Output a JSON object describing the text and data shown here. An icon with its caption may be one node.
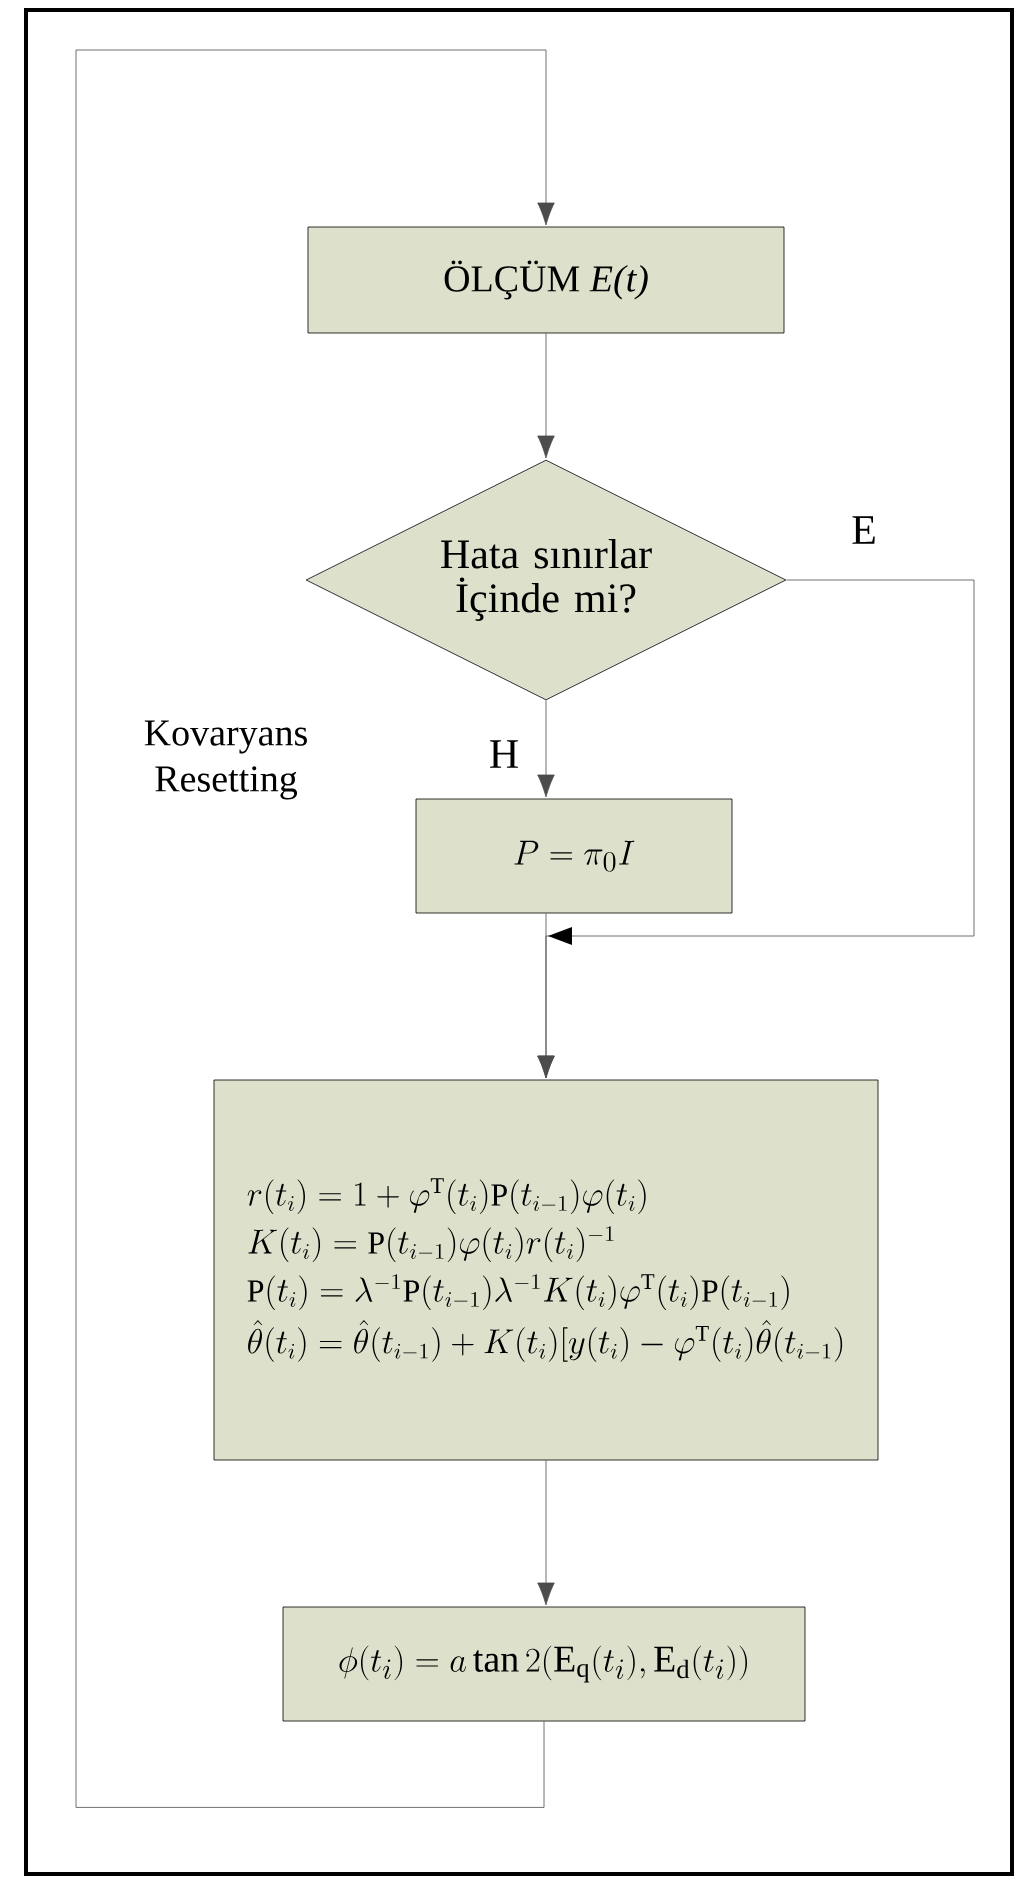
{
  "diagram": {
    "nodes": [
      {
        "text": [
          "ÖLÇÜM *E(t)*"
        ]
      },
      {
        "text": [
          "Hata sınırlar İçinde mi?"
        ]
      },
      {
        "text": [
          "P = \\pi_0 I"
        ]
      },
      {
        "text": [
          "r(t_i) = 1+\\varphi^{\\mathrm{T}}(t_i)\\mathrm{P}(t_{i-1})\\varphi(t_i)",
          "K(t_i) = \\mathrm{P}(t_{i-1})\\varphi(t_i) r(t_i)^{-1}",
          "\\mathrm{P}(t_i) = \\lambda^{-1}\\mathrm{P}(t_{i-1})\\lambda^{-1}K(t_i)\\varphi^{\\mathrm{T}}(t_i)\\mathrm{P}(t_{i-1})",
          "\\hat{\\theta}(t_i) = \\hat{\\theta}(t_{i-1}) + K(t_i)[y(t_i) - \\varphi^{\\mathrm{T}}(t_i)\\hat{\\theta}(t_{i-1})"
        ]
      },
      {
        "text": [
          "\\phi(t_i) = a\\tan 2(\\mathrm{E}_{\\mathrm{q}}(t_i),\\mathrm{E}_{\\mathrm{d}}(t_i))"
        ]
      }
    ],
    "edges": [
      {
        "from": 0,
        "to": 1,
        "arrow": "to"
      },
      {
        "from": 1,
        "to": 2,
        "arrow": "to",
        "label": "H"
      },
      {
        "from": 1,
        "to": 3,
        "arrow": "to",
        "label": "E"
      },
      {
        "from": 2,
        "to": 3,
        "arrow": "to"
      },
      {
        "from": 3,
        "to": 4,
        "arrow": "to"
      },
      {
        "from": 4,
        "to": 0,
        "arrow": "to"
      }
    ],
    "labels": [
      "Kovaryans Resetting"
    ]
  }
}
